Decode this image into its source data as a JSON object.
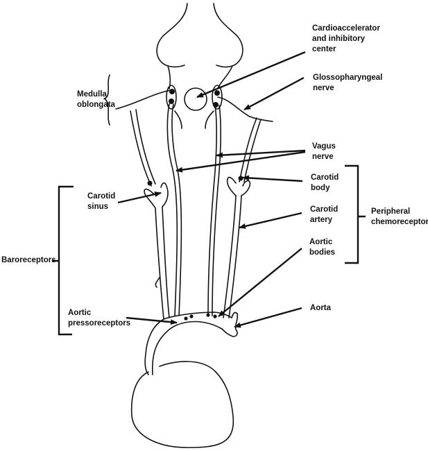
{
  "diagram": {
    "title": "Cardiovascular control: receptors and medullary centers",
    "colors": {
      "ink": "#111111",
      "background": "#ffffff"
    },
    "labels": {
      "medulla": "Medulla\noblongata",
      "cardio_center": "Cardioaccelerator\nand inhibitory\ncenter",
      "glossopharyngeal": "Glossopharyngeal\nnerve",
      "vagus": "Vagus\nnerve",
      "carotid_body": "Carotid\nbody",
      "carotid_artery": "Carotid\nartery",
      "aortic_bodies": "Aortic\nbodies",
      "peripheral_chemoreceptors": "Peripheral\nchemoreceptors",
      "carotid_sinus": "Carotid\nsinus",
      "baroreceptors": "Baroreceptors",
      "aortic_pressoreceptors": "Aortic\npressoreceptors",
      "aorta": "Aorta"
    },
    "groups": {
      "baroreceptors": [
        "Carotid sinus",
        "Aortic pressoreceptors"
      ],
      "peripheral_chemoreceptors": [
        "Carotid body",
        "Carotid artery",
        "Aortic bodies"
      ]
    }
  }
}
